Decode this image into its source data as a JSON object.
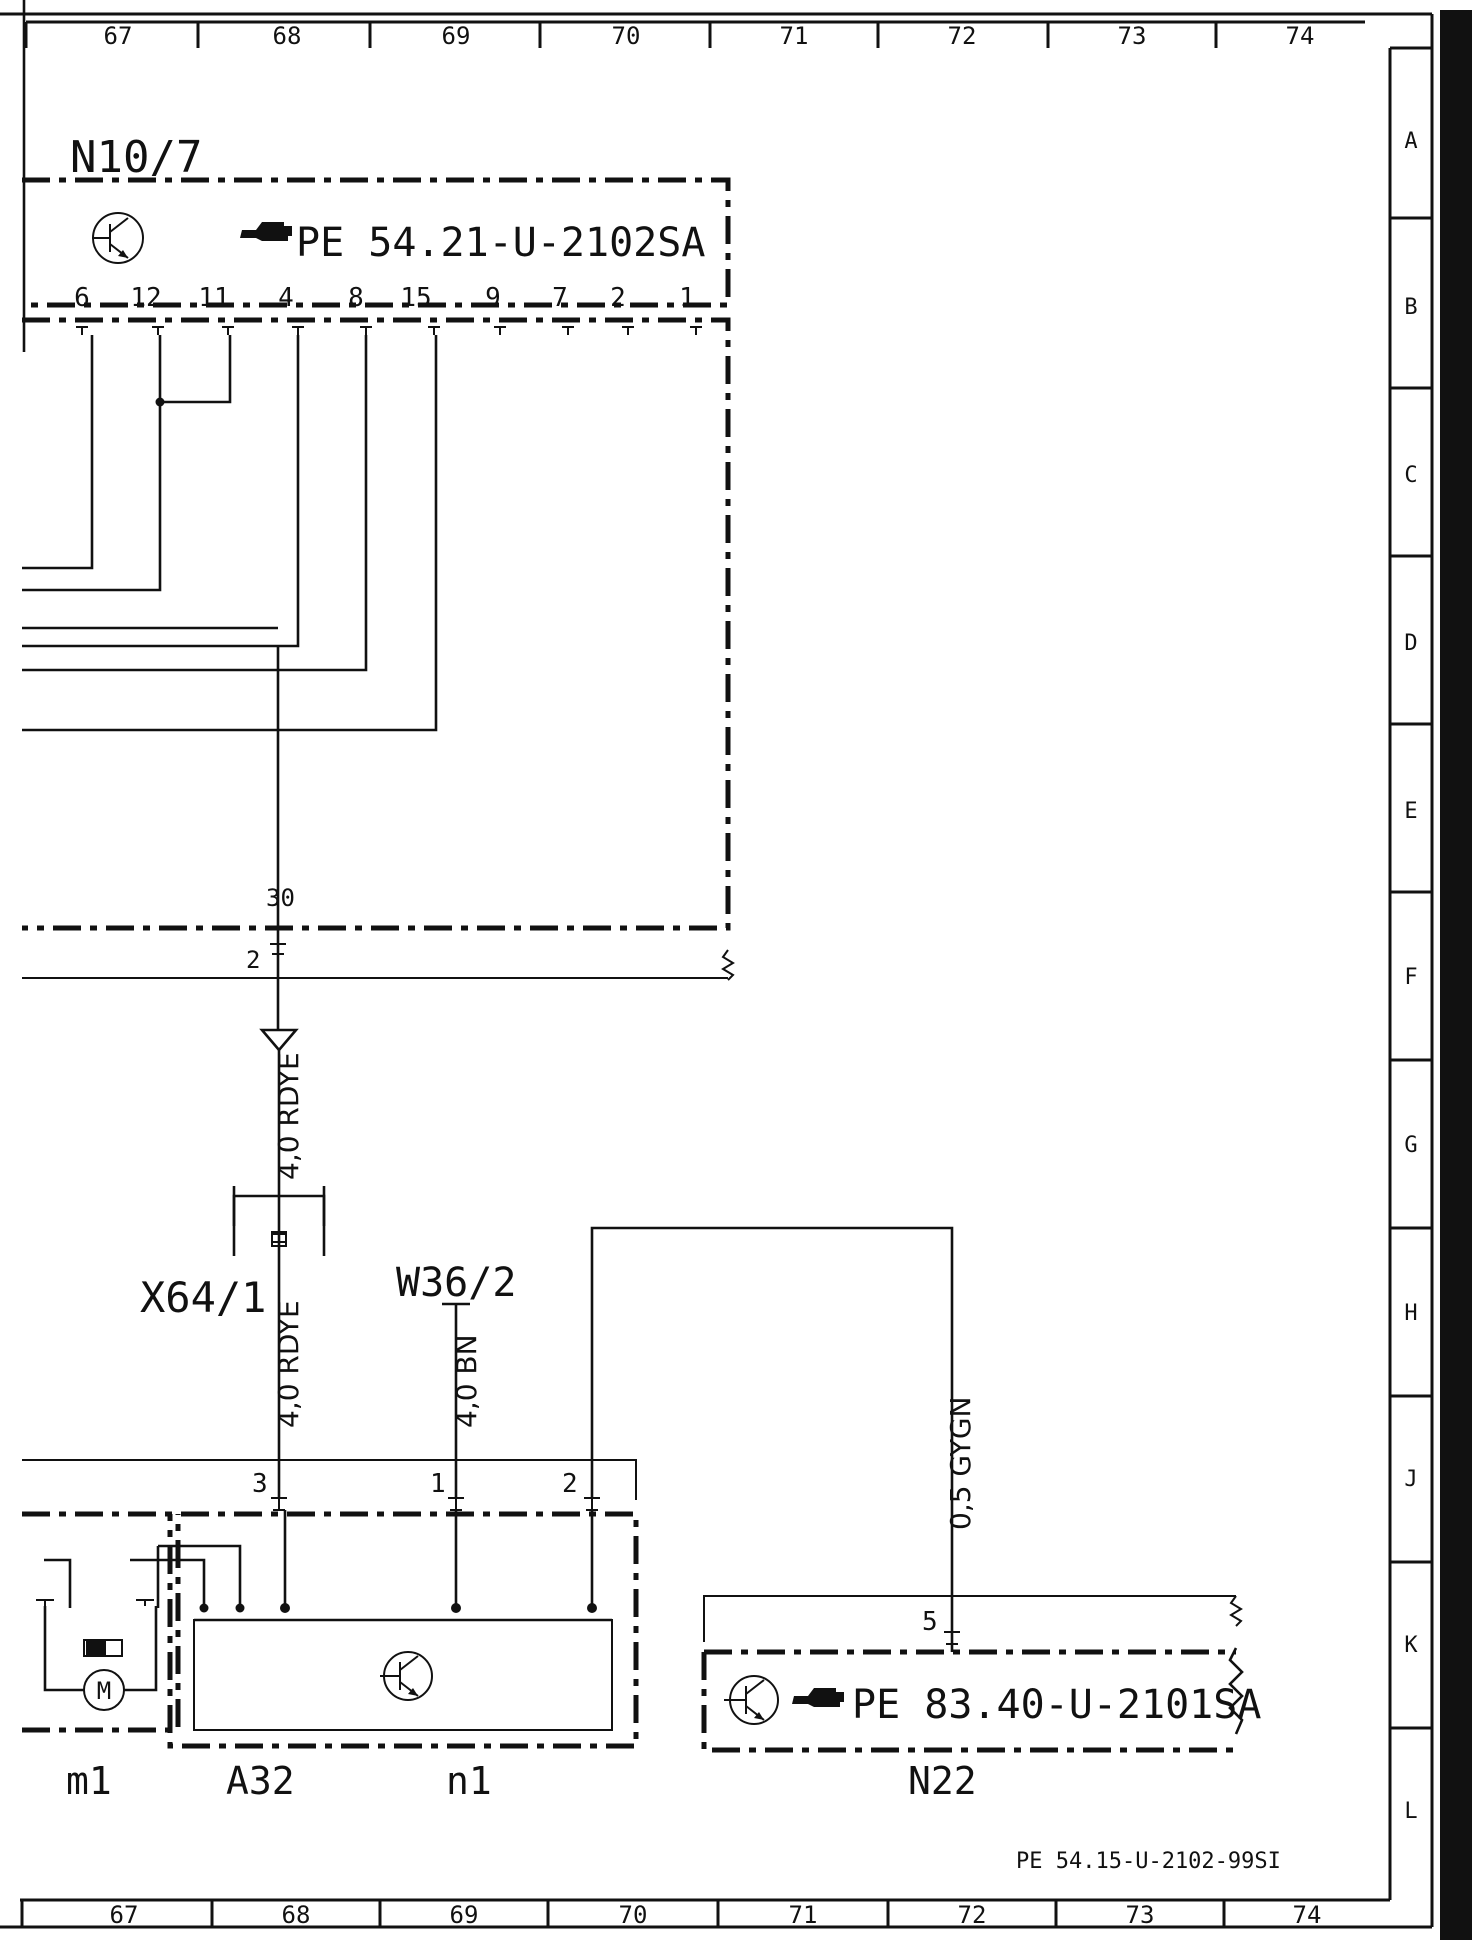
{
  "grid": {
    "columns": [
      "67",
      "68",
      "69",
      "70",
      "71",
      "72",
      "73",
      "74"
    ],
    "rows": [
      "A",
      "B",
      "C",
      "D",
      "E",
      "F",
      "G",
      "H",
      "J",
      "K",
      "L"
    ]
  },
  "components": {
    "n10_7": {
      "label": "N10/7",
      "reference": "PE 54.21-U-2102SA",
      "pins": [
        "6",
        "12",
        "11",
        "4",
        "8",
        "15",
        "9",
        "7",
        "2",
        "1"
      ]
    },
    "x64_1": {
      "label": "X64/1"
    },
    "w36_2": {
      "label": "W36/2"
    },
    "a32": {
      "label": "A32"
    },
    "m1": {
      "label": "m1"
    },
    "n1": {
      "label": "n1"
    },
    "n22": {
      "label": "N22",
      "reference": "PE 83.40-U-2101SA"
    }
  },
  "pins": {
    "p30": "30",
    "p2_f": "2",
    "p3": "3",
    "p1": "1",
    "p2_j": "2",
    "p5": "5"
  },
  "wires": {
    "rdye_upper": "4,0 RDYE",
    "rdye_lower": "4,0 RDYE",
    "bn": "4,0 BN",
    "gygn": "0,5 GYGN"
  },
  "document_id": "PE 54.15-U-2102-99SI"
}
